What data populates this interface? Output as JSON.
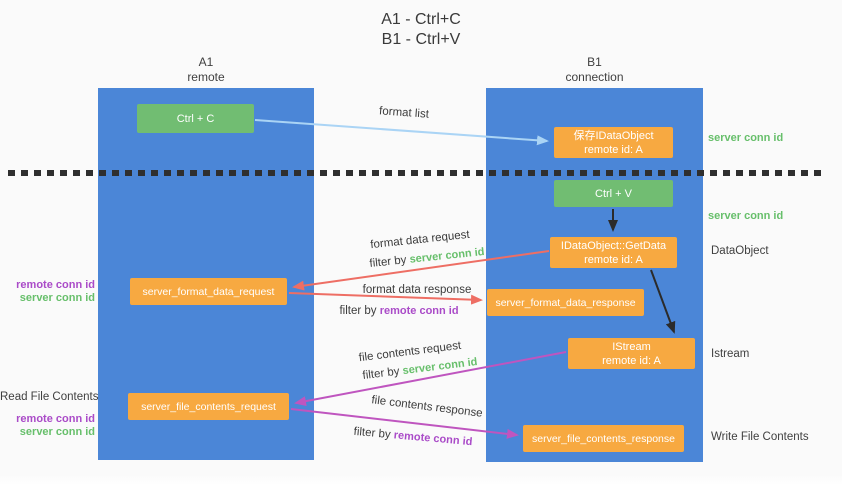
{
  "title": {
    "lines": [
      "A1 - Ctrl+C",
      "B1 - Ctrl+V"
    ]
  },
  "lanes": {
    "left": {
      "header": [
        "A1",
        "remote"
      ]
    },
    "right": {
      "header": [
        "B1",
        "connection"
      ]
    }
  },
  "nodes": {
    "ctrl_c": {
      "label": "Ctrl + C"
    },
    "save_dataobject": {
      "line1": "保存IDataObject",
      "line2": "remote id: A"
    },
    "ctrl_v": {
      "label": "Ctrl + V"
    },
    "getdata": {
      "line1": "IDataObject::GetData",
      "line2": "remote id: A"
    },
    "format_request": {
      "label": "server_format_data_request"
    },
    "format_response": {
      "label": "server_format_data_response"
    },
    "istream": {
      "line1": "IStream",
      "line2": "remote id: A"
    },
    "file_request": {
      "label": "server_file_contents_request"
    },
    "file_response": {
      "label": "server_file_contents_response"
    }
  },
  "edge_labels": {
    "format_list": "format list",
    "format_data_request": "format data request",
    "format_data_response": "format data response",
    "file_contents_request": "file contents request",
    "file_contents_response": "file contents response",
    "filter_by": "filter by",
    "server_conn_id": "server conn id",
    "remote_conn_id": "remote conn id"
  },
  "side_labels": {
    "right_top_server_conn_id": "server conn id",
    "right_mid_server_conn_id": "server conn id",
    "dataobject": "DataObject",
    "istream": "Istream",
    "write_file_contents": "Write File Contents",
    "read_file_contents": "Read File Contents",
    "left_format_remote_conn_id": "remote conn id",
    "left_format_server_conn_id": "server conn id",
    "left_file_remote_conn_id": "remote conn id",
    "left_file_server_conn_id": "server conn id"
  },
  "colors": {
    "background": "#fafafa",
    "lane_blue": "#4b86d7",
    "node_green": "#71bd72",
    "node_orange": "#f7a941",
    "arrow_light_blue": "#aad4f5",
    "arrow_black": "#2b2b2b",
    "arrow_red": "#ee6e64",
    "arrow_magenta": "#bf55bf",
    "text_green": "#67bf6b",
    "text_purple": "#aa4bc8",
    "text_dark": "#3c3c3c"
  }
}
